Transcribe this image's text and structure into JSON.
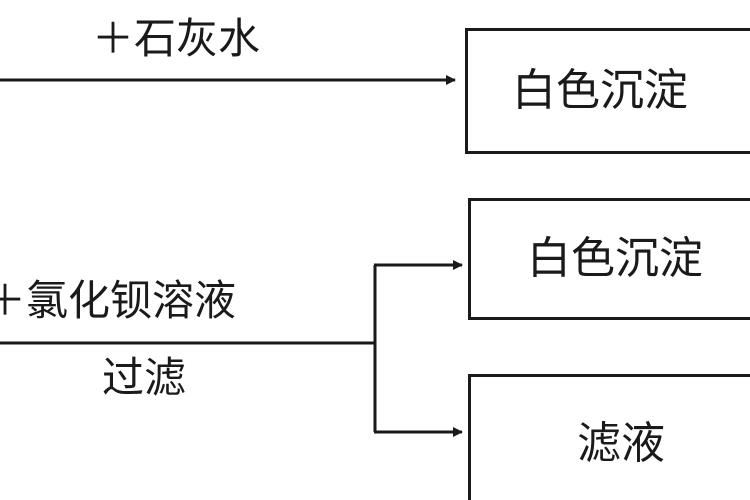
{
  "reagent_lime_water": "＋石灰水",
  "product_top": "白色沉淀",
  "reagent_bacl2": "＋氯化钡溶液",
  "operation": "过滤",
  "product_middle": "白色沉淀",
  "product_bottom": "滤液"
}
